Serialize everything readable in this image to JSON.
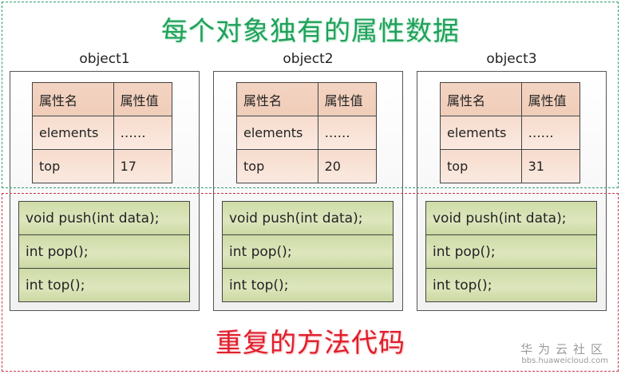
{
  "title_top": "每个对象独有的属性数据",
  "title_bottom": "重复的方法代码",
  "attr_headers": {
    "name": "属性名",
    "value": "属性值"
  },
  "objects": [
    {
      "label": "object1",
      "attributes": [
        {
          "name": "elements",
          "value": "……"
        },
        {
          "name": "top",
          "value": "17"
        }
      ]
    },
    {
      "label": "object2",
      "attributes": [
        {
          "name": "elements",
          "value": "……"
        },
        {
          "name": "top",
          "value": "20"
        }
      ]
    },
    {
      "label": "object3",
      "attributes": [
        {
          "name": "elements",
          "value": "……"
        },
        {
          "name": "top",
          "value": "31"
        }
      ]
    }
  ],
  "methods": [
    "void push(int data);",
    "int  pop();",
    "int  top();"
  ],
  "watermark": {
    "name": "华为云社区",
    "url": "bbs.huaweicloud.com"
  },
  "colors": {
    "title_top": "#1fa05a",
    "title_bottom": "#e01e2b",
    "attr_fill": "#f6dccd",
    "method_fill": "#d6e1b3",
    "dash_green": "#2e9e6a",
    "dash_red": "#c8384a"
  }
}
